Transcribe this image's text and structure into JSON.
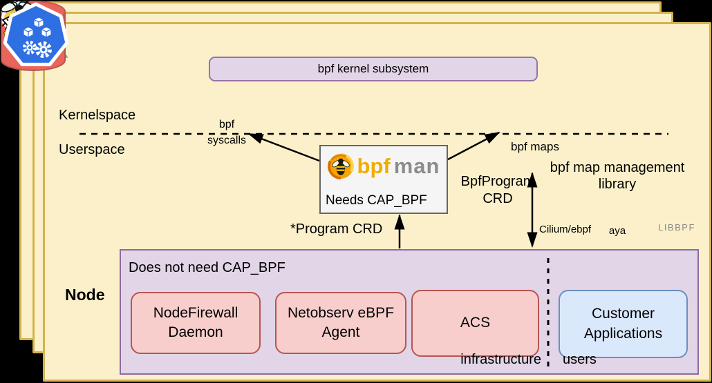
{
  "colors": {
    "card_fill": "#FBF0CA",
    "card_border": "#D4B34E",
    "purple_fill": "#E1D5E7",
    "purple_border": "#8C6B9F",
    "pink_fill": "#F8CECC",
    "pink_border": "#B85450",
    "blue_fill": "#DAE8FC",
    "blue_border": "#6C8EBF",
    "green_fill": "#D5E8D4",
    "green_border": "#82B366",
    "cylinder_fill": "#E8655C",
    "cylinder_border": "#B85450",
    "k8s_blue": "#326CE5",
    "bpfman_gold": "#F0AD00",
    "bpfman_gray": "#8C8C8C"
  },
  "kernel_subsystem": {
    "label": "bpf kernel subsystem"
  },
  "spaces": {
    "kernelspace": "Kernelspace",
    "userspace": "Userspace"
  },
  "syscalls_triangle": {
    "line1": "bpf",
    "line2": "syscalls"
  },
  "bpf_maps": {
    "label": "bpf maps"
  },
  "bpfman": {
    "logo_bpf": "bpf",
    "logo_man": "man",
    "caption": "Needs CAP_BPF"
  },
  "bpfprogram_crd": {
    "line1": "BpfProgram",
    "line2": "CRD"
  },
  "program_crd": {
    "label": "*Program CRD"
  },
  "map_library": {
    "title_line1": "bpf map management",
    "title_line2": "library",
    "items": [
      {
        "label": "Cilium/ebpf"
      },
      {
        "label": "aya"
      },
      {
        "label": "LIBBPF"
      }
    ]
  },
  "node": {
    "label": "Node",
    "header": "Does not need CAP_BPF",
    "apps": [
      {
        "label": "NodeFirewall Daemon"
      },
      {
        "label": "Netobserv eBPF Agent"
      },
      {
        "label": "ACS"
      }
    ],
    "customer": {
      "label": "Customer Applications"
    },
    "zones": {
      "infrastructure": "infrastructure",
      "users": "users"
    }
  }
}
